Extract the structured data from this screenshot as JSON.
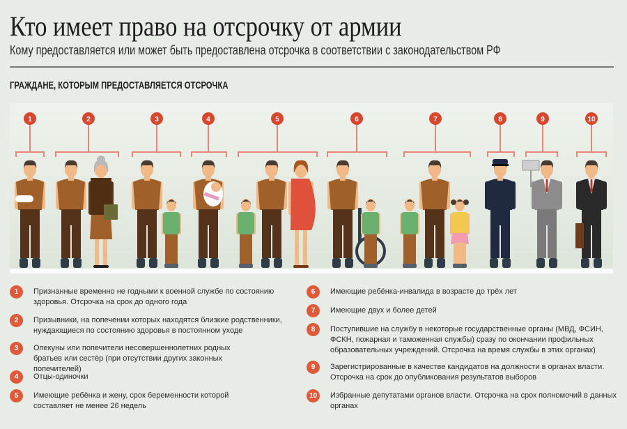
{
  "header": {
    "title": "Кто имеет право на отсрочку от армии",
    "subtitle": "Кому предоставляется или может быть предоставлена отсрочка в соответствии с законодательством РФ"
  },
  "section_title": "ГРАЖДАНЕ, КОТОРЫМ ПРЕДОСТАВЛЯЕТСЯ ОТСРОЧКА",
  "colors": {
    "accent": "#e05a3a",
    "bracket": "#e8857a",
    "shirt": "#a0602a",
    "pants": "#55331a",
    "background": "#e7ece6"
  },
  "groups": [
    "1",
    "2",
    "3",
    "4",
    "5",
    "6",
    "7",
    "8",
    "9",
    "10"
  ],
  "legend": [
    {
      "num": "1",
      "text": "Признанные временно не годными к военной службе по состоянию здоровья. Отсрочка на срок до одного года"
    },
    {
      "num": "2",
      "text": "Призывники, на попечении которых находятся близкие родственники, нуждающиеся по состоянию здоровья в постоянном уходе"
    },
    {
      "num": "3",
      "text": "Опекуны или попечители несовершеннолетних родных братьев или сестёр (при отсутствии других законных попечителей)"
    },
    {
      "num": "4",
      "text": "Отцы-одиночки"
    },
    {
      "num": "5",
      "text": "Имеющие ребёнка и жену, срок беременности которой составляет не менее 26 недель"
    },
    {
      "num": "6",
      "text": "Имеющие ребёнка-инвалида в возрасте до трёх лет"
    },
    {
      "num": "7",
      "text": "Имеющие двух и более детей"
    },
    {
      "num": "8",
      "text": "Поступившие на службу в некоторые государственные органы (МВД, ФСИН, ФСКН, пожарная и таможенная службы) сразу по окончании профильных образовательных учреждений. Отсрочка на время службы в этих органах)"
    },
    {
      "num": "9",
      "text": "Зарегистрированные в качестве кандидатов на должности в органах власти. Отсрочка на срок до опубликования результатов выборов"
    },
    {
      "num": "10",
      "text": "Избранные депутатами органов власти. Отсрочка на срок полномочий в данных органах"
    }
  ]
}
